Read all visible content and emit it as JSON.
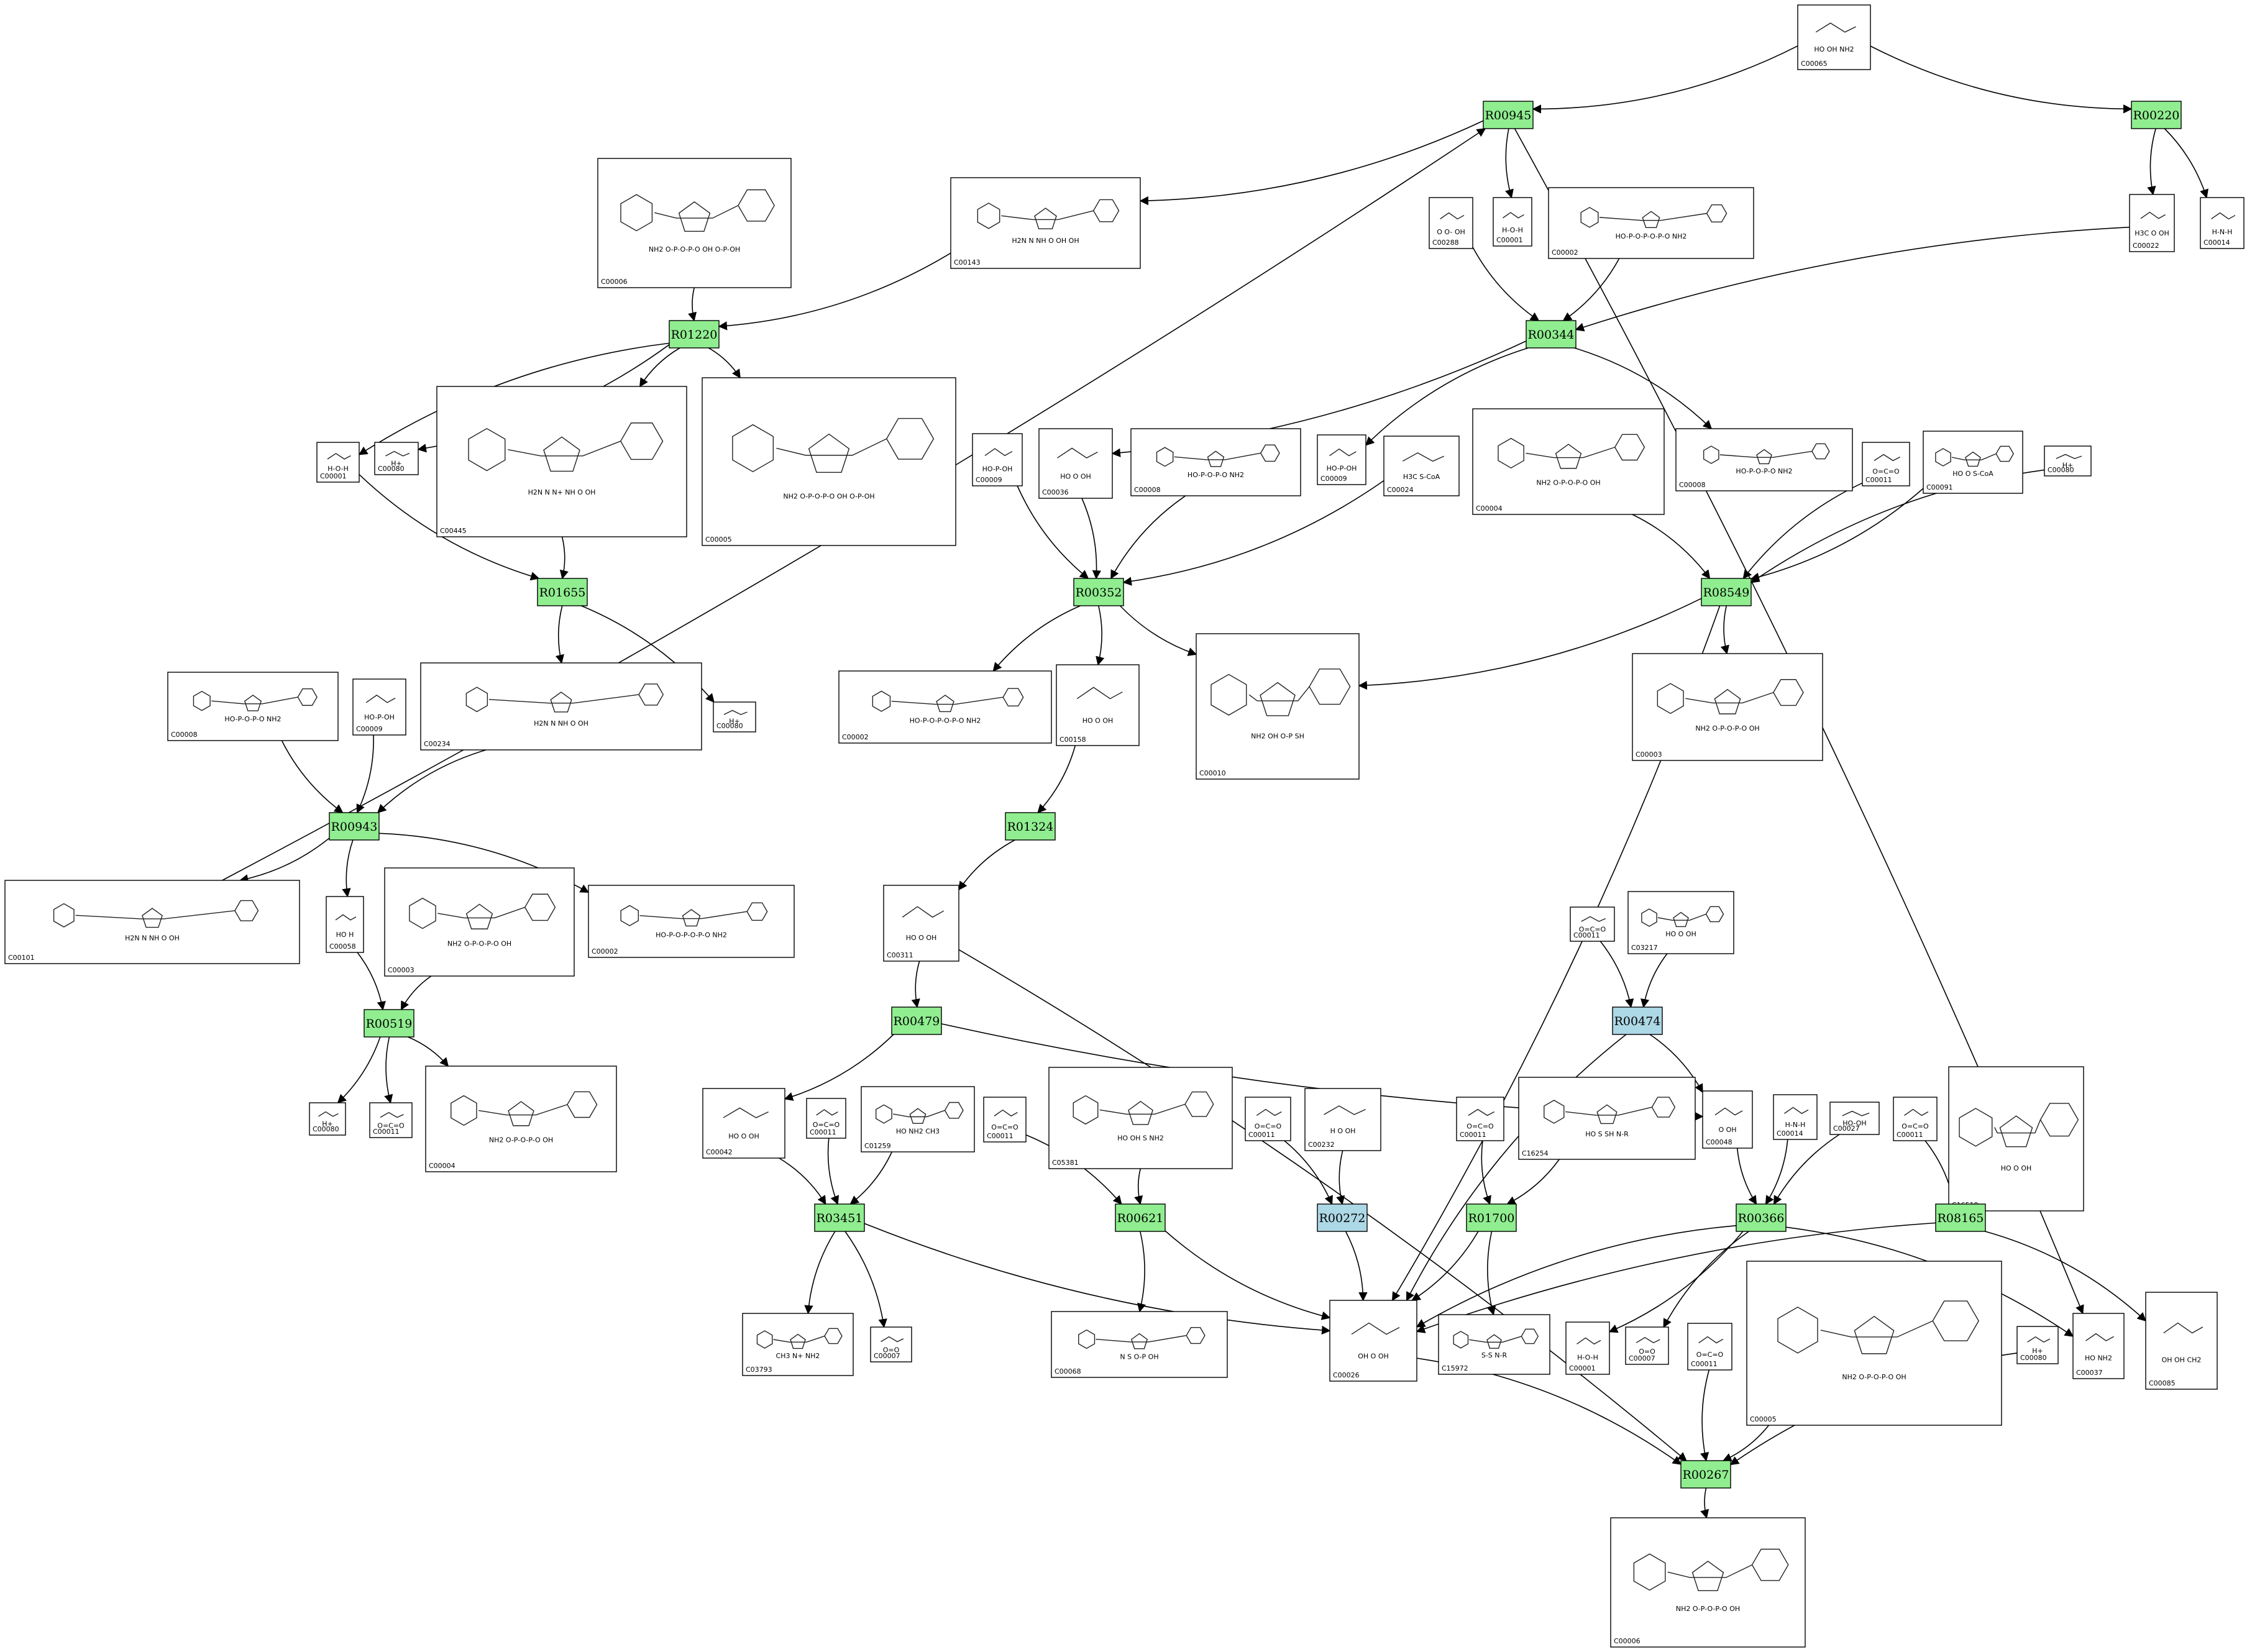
{
  "colors": {
    "reaction": "#90ee90",
    "reaction_alt": "#add8e6",
    "edge": "#000000",
    "box": "#000000"
  },
  "reactions": [
    {
      "id": "R00945",
      "style": "green"
    },
    {
      "id": "R00220",
      "style": "green"
    },
    {
      "id": "R01220",
      "style": "green"
    },
    {
      "id": "R00344",
      "style": "green"
    },
    {
      "id": "R01655",
      "style": "green"
    },
    {
      "id": "R00352",
      "style": "green"
    },
    {
      "id": "R08549",
      "style": "green"
    },
    {
      "id": "R00943",
      "style": "green"
    },
    {
      "id": "R01324",
      "style": "green"
    },
    {
      "id": "R00519",
      "style": "green"
    },
    {
      "id": "R00479",
      "style": "green"
    },
    {
      "id": "R00474",
      "style": "blue"
    },
    {
      "id": "R03451",
      "style": "green"
    },
    {
      "id": "R00621",
      "style": "green"
    },
    {
      "id": "R00272",
      "style": "blue"
    },
    {
      "id": "R01700",
      "style": "green"
    },
    {
      "id": "R00366",
      "style": "green"
    },
    {
      "id": "R08165",
      "style": "green"
    },
    {
      "id": "R00267",
      "style": "green"
    }
  ],
  "compounds": [
    {
      "key": "c065",
      "id": "C00065",
      "formula": "HO  OH  NH2"
    },
    {
      "key": "c006a",
      "id": "C00006",
      "formula": "NH2  O-P-O-P-O  OH  O-P-OH"
    },
    {
      "key": "c143",
      "id": "C00143",
      "formula": "H2N  N  NH  O  OH  OH"
    },
    {
      "key": "c288",
      "id": "C00288",
      "formula": "O  O-  OH"
    },
    {
      "key": "c001a",
      "id": "C00001",
      "formula": "H-O-H"
    },
    {
      "key": "c002a",
      "id": "C00002",
      "formula": "HO-P-O-P-O-P-O  NH2"
    },
    {
      "key": "c022",
      "id": "C00022",
      "formula": "H3C  O  OH"
    },
    {
      "key": "c014a",
      "id": "C00014",
      "formula": "H-N-H"
    },
    {
      "key": "c001b",
      "id": "C00001",
      "formula": "H-O-H"
    },
    {
      "key": "c080a",
      "id": "C00080",
      "formula": "H+"
    },
    {
      "key": "c445",
      "id": "C00445",
      "formula": "H2N  N  N+  NH  O  OH"
    },
    {
      "key": "c005a",
      "id": "C00005",
      "formula": "NH2  O-P-O-P-O  OH  O-P-OH"
    },
    {
      "key": "c009a",
      "id": "C00009",
      "formula": "HO-P-OH"
    },
    {
      "key": "c036",
      "id": "C00036",
      "formula": "HO  O  OH"
    },
    {
      "key": "c008a",
      "id": "C00008",
      "formula": "HO-P-O-P-O  NH2"
    },
    {
      "key": "c009b",
      "id": "C00009",
      "formula": "HO-P-OH"
    },
    {
      "key": "c024",
      "id": "C00024",
      "formula": "H3C  S-CoA"
    },
    {
      "key": "c004a",
      "id": "C00004",
      "formula": "NH2  O-P-O-P-O  OH"
    },
    {
      "key": "c008b",
      "id": "C00008",
      "formula": "HO-P-O-P-O  NH2"
    },
    {
      "key": "c011a",
      "id": "C00011",
      "formula": "O=C=O"
    },
    {
      "key": "c091",
      "id": "C00091",
      "formula": "HO  O  S-CoA"
    },
    {
      "key": "c080b",
      "id": "C00080",
      "formula": "H+"
    },
    {
      "key": "c008c",
      "id": "C00008",
      "formula": "HO-P-O-P-O  NH2"
    },
    {
      "key": "c009c",
      "id": "C00009",
      "formula": "HO-P-OH"
    },
    {
      "key": "c234",
      "id": "C00234",
      "formula": "H2N  N  NH  O  OH"
    },
    {
      "key": "c080c",
      "id": "C00080",
      "formula": "H+"
    },
    {
      "key": "c002b",
      "id": "C00002",
      "formula": "HO-P-O-P-O-P-O  NH2"
    },
    {
      "key": "c158",
      "id": "C00158",
      "formula": "HO  O  OH"
    },
    {
      "key": "c010",
      "id": "C00010",
      "formula": "NH2  OH  O-P  SH"
    },
    {
      "key": "c003a",
      "id": "C00003",
      "formula": "NH2  O-P-O-P-O  OH"
    },
    {
      "key": "c101",
      "id": "C00101",
      "formula": "H2N  N  NH  O  OH"
    },
    {
      "key": "c058",
      "id": "C00058",
      "formula": "HO  H"
    },
    {
      "key": "c003b",
      "id": "C00003",
      "formula": "NH2  O-P-O-P-O  OH"
    },
    {
      "key": "c002c",
      "id": "C00002",
      "formula": "HO-P-O-P-O-P-O  NH2"
    },
    {
      "key": "c311",
      "id": "C00311",
      "formula": "HO  O  OH"
    },
    {
      "key": "c011b",
      "id": "C00011",
      "formula": "O=C=O"
    },
    {
      "key": "c3217",
      "id": "C03217",
      "formula": "HO  O  OH"
    },
    {
      "key": "c080d",
      "id": "C00080",
      "formula": "H+"
    },
    {
      "key": "c011c",
      "id": "C00011",
      "formula": "O=C=O"
    },
    {
      "key": "c004b",
      "id": "C00004",
      "formula": "NH2  O-P-O-P-O  OH"
    },
    {
      "key": "c042",
      "id": "C00042",
      "formula": "HO  O  OH"
    },
    {
      "key": "c011d",
      "id": "C00011",
      "formula": "O=C=O"
    },
    {
      "key": "c1259",
      "id": "C01259",
      "formula": "HO  NH2  CH3"
    },
    {
      "key": "c011e",
      "id": "C00011",
      "formula": "O=C=O"
    },
    {
      "key": "c5381",
      "id": "C05381",
      "formula": "HO  OH  S  NH2"
    },
    {
      "key": "c011f",
      "id": "C00011",
      "formula": "O=C=O"
    },
    {
      "key": "c232",
      "id": "C00232",
      "formula": "H  O  OH"
    },
    {
      "key": "c011g",
      "id": "C00011",
      "formula": "O=C=O"
    },
    {
      "key": "c16254",
      "id": "C16254",
      "formula": "HO  S  SH  N-R"
    },
    {
      "key": "c048",
      "id": "C00048",
      "formula": "O  OH"
    },
    {
      "key": "c014b",
      "id": "C00014",
      "formula": "H-N-H"
    },
    {
      "key": "c027",
      "id": "C00027",
      "formula": "HO-OH"
    },
    {
      "key": "c011h",
      "id": "C00011",
      "formula": "O=C=O"
    },
    {
      "key": "c16519",
      "id": "C16519",
      "formula": "HO  O  OH"
    },
    {
      "key": "c3793",
      "id": "C03793",
      "formula": "CH3  N+  NH2"
    },
    {
      "key": "c007a",
      "id": "C00007",
      "formula": "O=O"
    },
    {
      "key": "c068",
      "id": "C00068",
      "formula": "N  S  O-P  OH"
    },
    {
      "key": "c026",
      "id": "C00026",
      "formula": "OH  O  OH"
    },
    {
      "key": "c15972",
      "id": "C15972",
      "formula": "S-S  N-R"
    },
    {
      "key": "c001c",
      "id": "C00001",
      "formula": "H-O-H"
    },
    {
      "key": "c007b",
      "id": "C00007",
      "formula": "O=O"
    },
    {
      "key": "c011i",
      "id": "C00011",
      "formula": "O=C=O"
    },
    {
      "key": "c005b",
      "id": "C00005",
      "formula": "NH2  O-P-O-P-O  OH"
    },
    {
      "key": "c080e",
      "id": "C00080",
      "formula": "H+"
    },
    {
      "key": "c037",
      "id": "C00037",
      "formula": "HO  NH2"
    },
    {
      "key": "c085",
      "id": "C00085",
      "formula": "OH  OH  CH2"
    },
    {
      "key": "c080f",
      "id": "C00080",
      "formula": "H+"
    },
    {
      "key": "c006b",
      "id": "C00006",
      "formula": "NH2  O-P-O-P-O  OH"
    }
  ],
  "edges": [
    [
      "c065",
      "R00945"
    ],
    [
      "c065",
      "R00220"
    ],
    [
      "R00945",
      "c143"
    ],
    [
      "R00945",
      "c001a"
    ],
    [
      "R00945",
      "c037"
    ],
    [
      "R00220",
      "c022"
    ],
    [
      "R00220",
      "c014a"
    ],
    [
      "c006a",
      "R01220"
    ],
    [
      "c143",
      "R01220"
    ],
    [
      "R01220",
      "c001b"
    ],
    [
      "R01220",
      "c080a"
    ],
    [
      "R01220",
      "c445"
    ],
    [
      "R01220",
      "c005a"
    ],
    [
      "c288",
      "R00344"
    ],
    [
      "c002a",
      "R00344"
    ],
    [
      "c022",
      "R00344"
    ],
    [
      "R00344",
      "c036"
    ],
    [
      "R00344",
      "c009b"
    ],
    [
      "R00344",
      "c008b"
    ],
    [
      "c001b",
      "R01655"
    ],
    [
      "c445",
      "R01655"
    ],
    [
      "R01655",
      "c234"
    ],
    [
      "R01655",
      "c080c"
    ],
    [
      "c009a",
      "R00352"
    ],
    [
      "c036",
      "R00352"
    ],
    [
      "c008a",
      "R00352"
    ],
    [
      "c024",
      "R00352"
    ],
    [
      "R00352",
      "c002b"
    ],
    [
      "R00352",
      "c158"
    ],
    [
      "R00352",
      "c010"
    ],
    [
      "c004a",
      "R08549"
    ],
    [
      "c011a",
      "R08549"
    ],
    [
      "c091",
      "R08549"
    ],
    [
      "c080b",
      "R08549"
    ],
    [
      "R08549",
      "c010"
    ],
    [
      "R08549",
      "c003a"
    ],
    [
      "R08549",
      "c026"
    ],
    [
      "c008c",
      "R00943"
    ],
    [
      "c009c",
      "R00943"
    ],
    [
      "c234",
      "R00943"
    ],
    [
      "R00943",
      "c101"
    ],
    [
      "R00943",
      "c058"
    ],
    [
      "R00943",
      "c002c"
    ],
    [
      "c101",
      "R00945"
    ],
    [
      "c158",
      "R01324"
    ],
    [
      "R01324",
      "c311"
    ],
    [
      "c058",
      "R00519"
    ],
    [
      "c003b",
      "R00519"
    ],
    [
      "R00519",
      "c080d"
    ],
    [
      "R00519",
      "c011c"
    ],
    [
      "R00519",
      "c004b"
    ],
    [
      "c311",
      "R00479"
    ],
    [
      "R00479",
      "c042"
    ],
    [
      "R00479",
      "c048"
    ],
    [
      "c011b",
      "R00474"
    ],
    [
      "c3217",
      "R00474"
    ],
    [
      "R00474",
      "c048"
    ],
    [
      "R00474",
      "c026"
    ],
    [
      "c042",
      "R03451"
    ],
    [
      "c011d",
      "R03451"
    ],
    [
      "c1259",
      "R03451"
    ],
    [
      "R03451",
      "c3793"
    ],
    [
      "R03451",
      "c007a"
    ],
    [
      "R03451",
      "c026"
    ],
    [
      "c011e",
      "R00621"
    ],
    [
      "c5381",
      "R00621"
    ],
    [
      "R00621",
      "c068"
    ],
    [
      "R00621",
      "c026"
    ],
    [
      "c011f",
      "R00272"
    ],
    [
      "c232",
      "R00272"
    ],
    [
      "R00272",
      "c026"
    ],
    [
      "c011g",
      "R01700"
    ],
    [
      "c16254",
      "R01700"
    ],
    [
      "R01700",
      "c15972"
    ],
    [
      "R01700",
      "c026"
    ],
    [
      "c048",
      "R00366"
    ],
    [
      "c014b",
      "R00366"
    ],
    [
      "c027",
      "R00366"
    ],
    [
      "R00366",
      "c001c"
    ],
    [
      "R00366",
      "c007b"
    ],
    [
      "R00366",
      "c037"
    ],
    [
      "R00366",
      "c026"
    ],
    [
      "c011h",
      "R08165"
    ],
    [
      "c16519",
      "R08165"
    ],
    [
      "R08165",
      "c085"
    ],
    [
      "R08165",
      "c026"
    ],
    [
      "c026",
      "R00267"
    ],
    [
      "c011i",
      "R00267"
    ],
    [
      "c005b",
      "R00267"
    ],
    [
      "c080e",
      "R00267"
    ],
    [
      "c311",
      "R00267"
    ],
    [
      "R00267",
      "c006b"
    ]
  ]
}
